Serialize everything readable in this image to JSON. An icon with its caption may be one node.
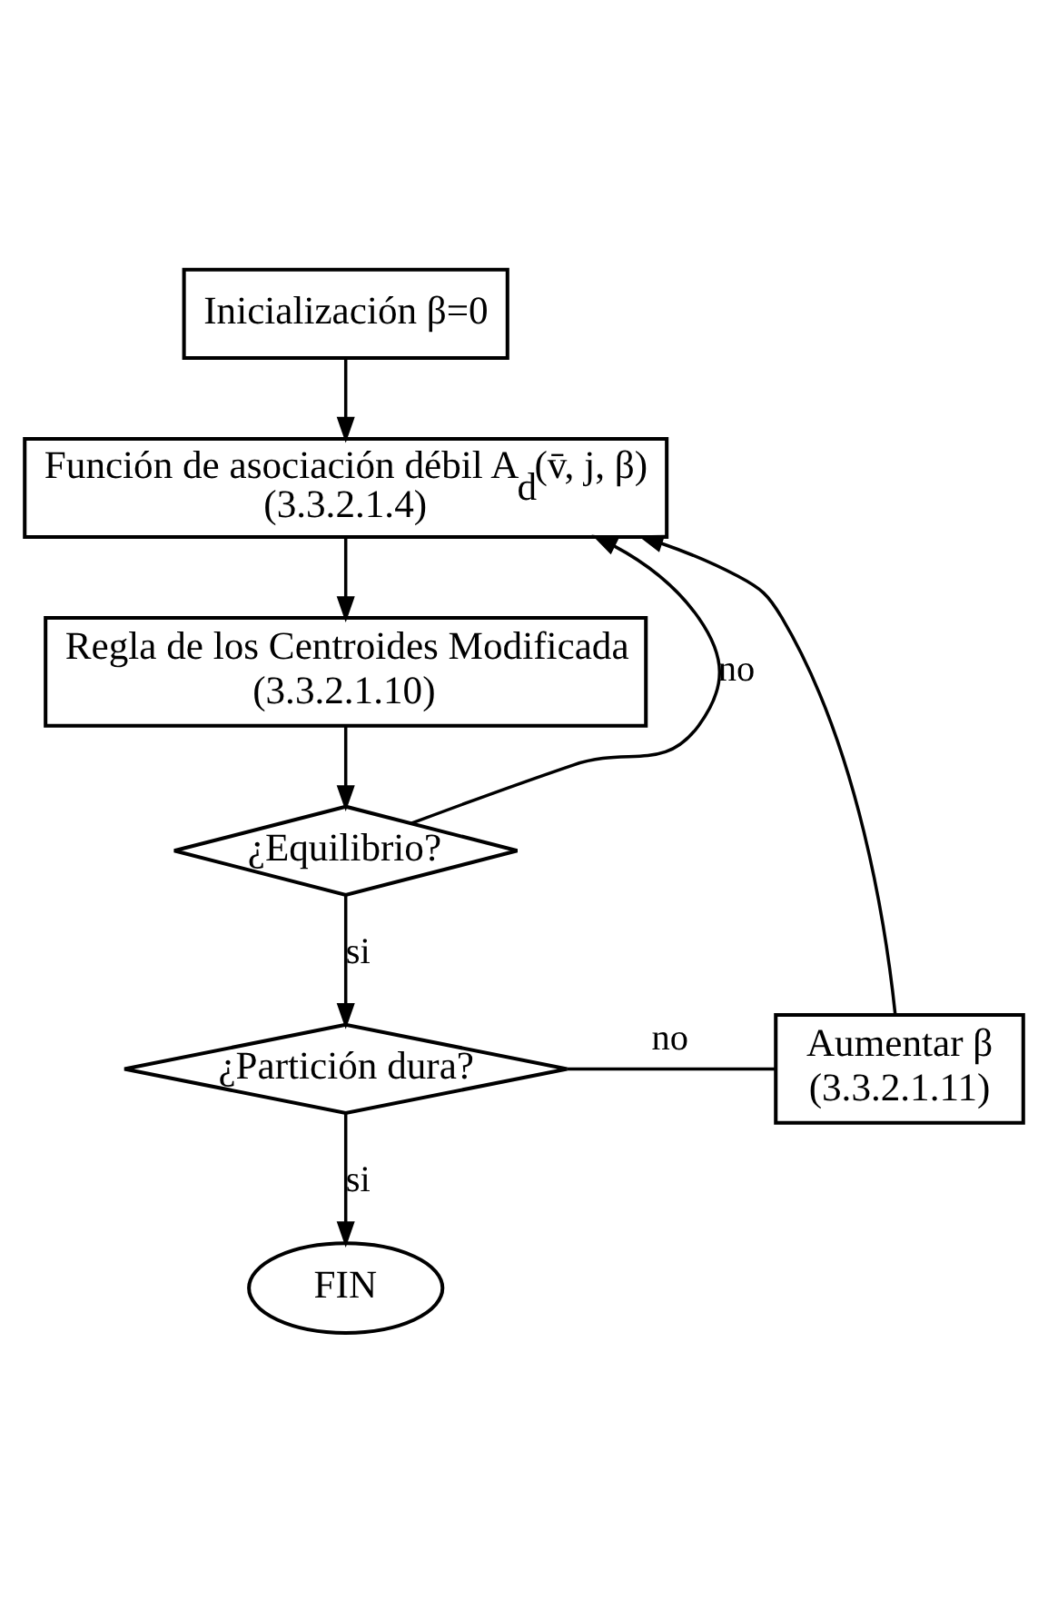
{
  "diagram": {
    "nodes": [
      {
        "text": [
          "Inicialización β=0"
        ]
      },
      {
        "text": [
          "Función de asociación débil A$_{d}$(v̄, j, β)",
          "(3.3.2.1.4)"
        ]
      },
      {
        "text": [
          "Regla de los Centroides Modificada",
          "(3.3.2.1.10)"
        ]
      },
      {
        "text": [
          "¿Equilibrio?"
        ]
      },
      {
        "text": [
          "¿Partición dura?"
        ]
      },
      {
        "text": [
          "Aumentar β",
          "(3.3.2.1.11)"
        ]
      },
      {
        "text": [
          "FIN"
        ]
      }
    ],
    "edges": [
      {
        "from": 0,
        "to": 1,
        "arrow": "to"
      },
      {
        "from": 1,
        "to": 2,
        "arrow": "to"
      },
      {
        "from": 2,
        "to": 3,
        "arrow": "to"
      },
      {
        "from": 3,
        "to": 1,
        "arrow": "to",
        "label": "no"
      },
      {
        "from": 3,
        "to": 4,
        "arrow": "to",
        "label": "si"
      },
      {
        "from": 4,
        "to": 5,
        "arrow": "none",
        "label": "no"
      },
      {
        "from": 5,
        "to": 1,
        "arrow": "to"
      },
      {
        "from": 4,
        "to": 6,
        "arrow": "to",
        "label": "si"
      }
    ]
  }
}
